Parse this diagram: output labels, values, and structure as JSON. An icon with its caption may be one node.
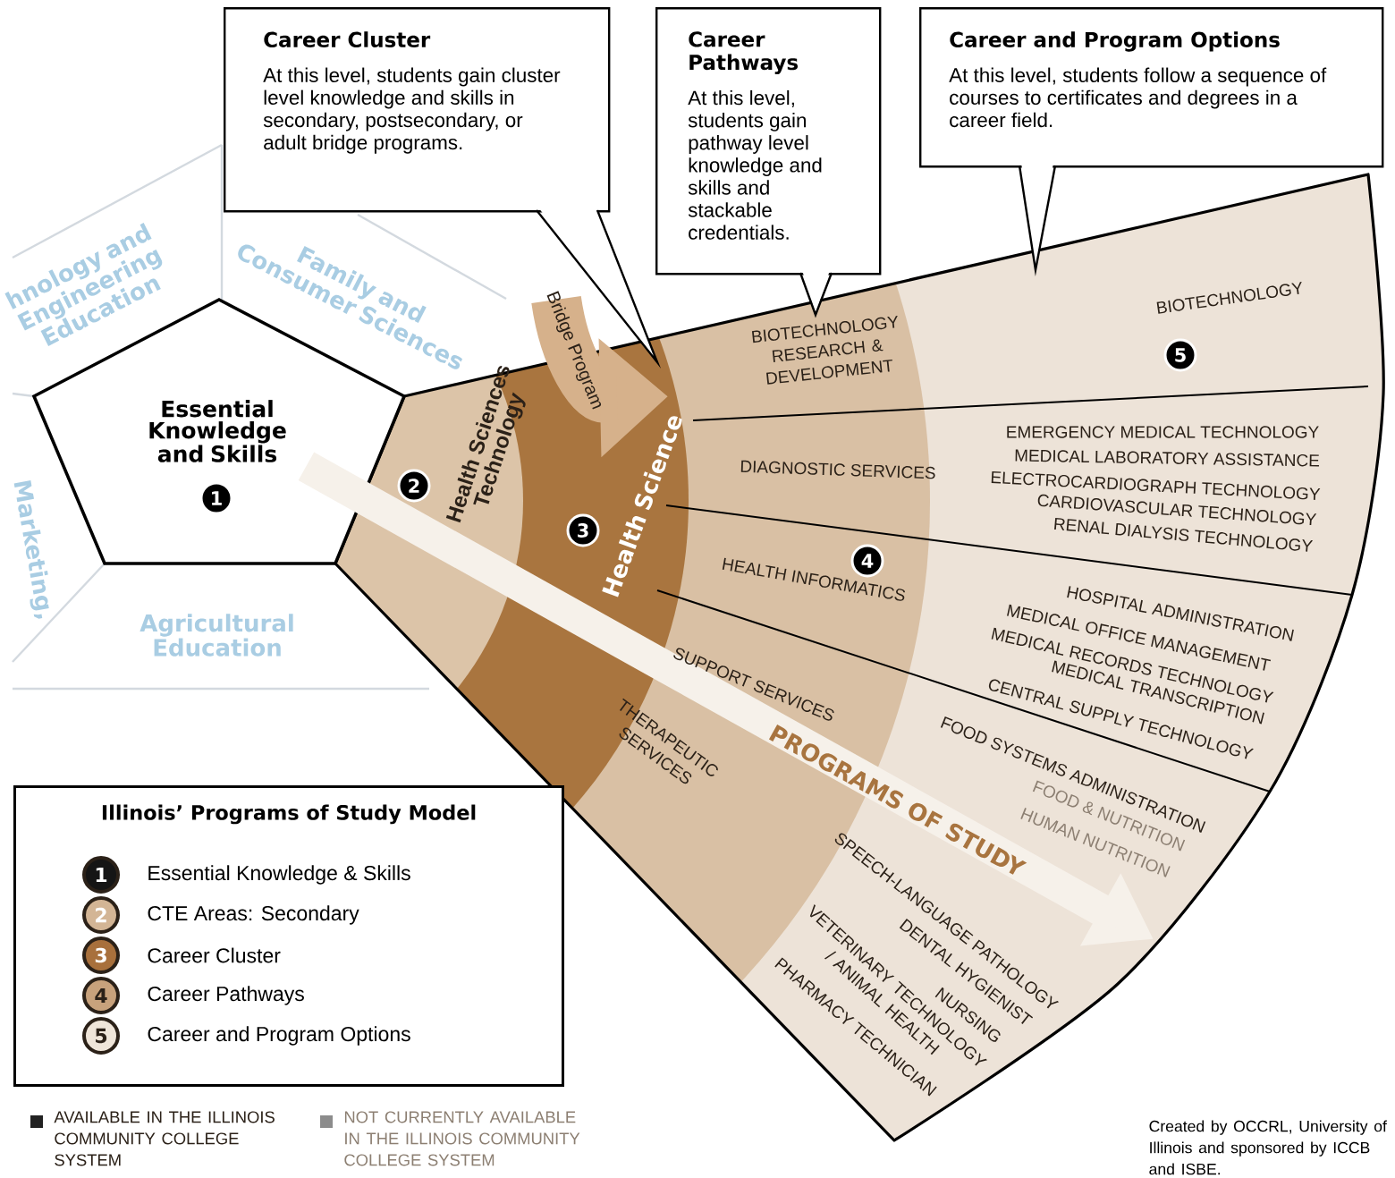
{
  "diagram": {
    "caption": "Created by OCCRL, University of Illinois and sponsored by ICCB and ISBE.",
    "nodes": [
      {
        "text": [
          "Career Cluster",
          "At this level, students gain cluster level knowledge and skills in secondary, postsecondary, or adult bridge programs."
        ]
      },
      {
        "text": [
          "Career Pathways",
          "At this level, students gain pathway level knowledge and skills and stackable credentials."
        ]
      },
      {
        "text": [
          "Career and Program Options",
          "At this level, students follow a sequence of courses to certificates and degrees in a career field."
        ]
      },
      {
        "text": [
          "Essential Knowledge and Skills"
        ]
      },
      {
        "text": [
          "Health Sciences Technology"
        ]
      },
      {
        "text": [
          "Health Science"
        ]
      },
      {
        "text": [
          "Illinois’ Programs of Study Model"
        ]
      }
    ],
    "edges": [
      {
        "from": null,
        "to": 5,
        "arrow": "to",
        "label": "Bridge Program"
      },
      {
        "from": 3,
        "to": null,
        "arrow": "to",
        "label": "PROGRAMS OF STUDY",
        "color": "#f6f1ea"
      }
    ],
    "labels": [
      "hnology and Engineering Education",
      "Family and Consumer Sciences",
      "Marketing,",
      "Agricultural Education",
      "1",
      "2",
      "3",
      "4",
      "5",
      "BIOTECHNOLOGY",
      "BIOTECHNOLOGY RESEARCH & DEVELOPMENT",
      "DIAGNOSTIC SERVICES",
      "EMERGENCY MEDICAL TECHNOLOGY",
      "MEDICAL LABORATORY ASSISTANCE",
      "ELECTROCARDIOGRAPH TECHNOLOGY",
      "CARDIOVASCULAR TECHNOLOGY",
      "RENAL DIALYSIS TECHNOLOGY",
      "HEALTH INFORMATICS",
      "HOSPITAL ADMINISTRATION",
      "MEDICAL OFFICE MANAGEMENT",
      "MEDICAL RECORDS TECHNOLOGY",
      "MEDICAL TRANSCRIPTION",
      "CENTRAL SUPPLY TECHNOLOGY",
      "SUPPORT SERVICES",
      "FOOD SYSTEMS ADMINISTRATION",
      "FOOD & NUTRITION",
      "HUMAN NUTRITION",
      "THERAPEUTIC SERVICES",
      "SPEECH-LANGUAGE PATHOLOGY",
      "DENTAL HYGIENIST",
      "NURSING",
      "VETERINARY TECHNOLOGY / ANIMAL HEALTH",
      "PHARMACY TECHNICIAN",
      "1",
      "2",
      "3",
      "4",
      "5"
    ],
    "legend": [
      {
        "text": "Essential Knowledge & Skills",
        "color": "#151515"
      },
      {
        "text": "CTE Areas: Secondary",
        "color": "#d3b595"
      },
      {
        "text": "Career Cluster",
        "color": "#a8703c"
      },
      {
        "text": "Career Pathways",
        "color": "#c8a27c"
      },
      {
        "text": "Career and Program Options",
        "color": "#efe5d9"
      },
      {
        "text": "AVAILABLE IN THE ILLINOIS COMMUNITY COLLEGE SYSTEM",
        "color": "#222222"
      },
      {
        "text": "NOT CURRENTLY AVAILABLE IN THE ILLINOIS COMMUNITY COLLEGE SYSTEM",
        "color": "#8c8c8c"
      }
    ]
  }
}
